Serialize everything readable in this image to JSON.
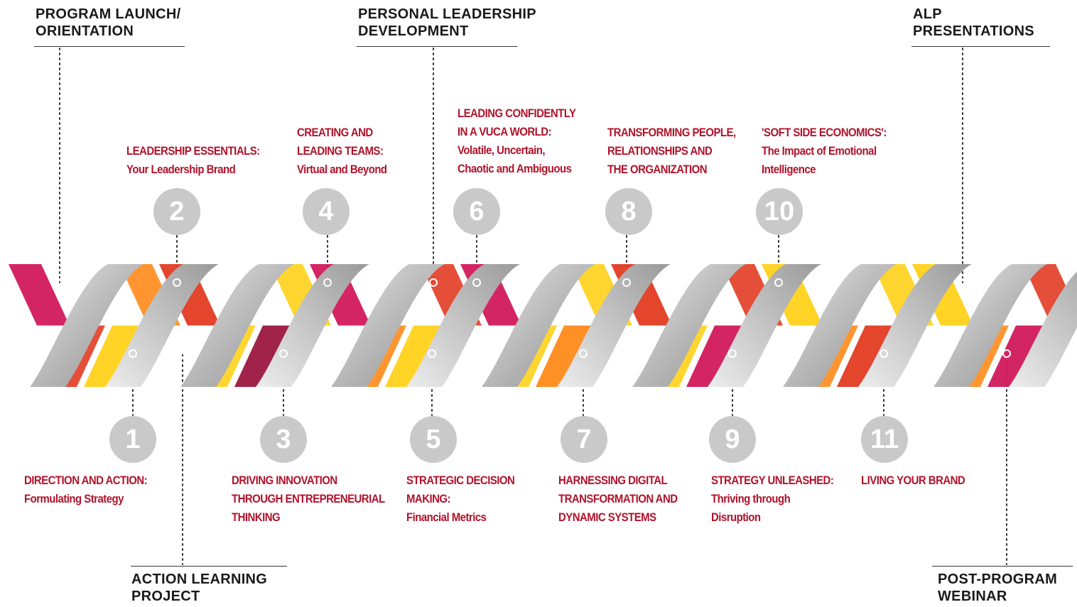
{
  "milestones": {
    "program_launch": {
      "line1": "PROGRAM LAUNCH/",
      "line2": "ORIENTATION"
    },
    "personal_leadership": {
      "line1": "PERSONAL LEADERSHIP",
      "line2": "DEVELOPMENT"
    },
    "alp_presentations": {
      "line1": "ALP",
      "line2": "PRESENTATIONS"
    },
    "action_learning": {
      "line1": "ACTION LEARNING",
      "line2": "PROJECT"
    },
    "post_program": {
      "line1": "POST-PROGRAM",
      "line2": "WEBINAR"
    }
  },
  "modules": [
    {
      "number": "1",
      "line1": "DIRECTION AND ACTION:",
      "line2": "Formulating Strategy",
      "line3": ""
    },
    {
      "number": "2",
      "line1": "LEADERSHIP ESSENTIALS:",
      "line2": "Your Leadership Brand",
      "line3": ""
    },
    {
      "number": "3",
      "line1": "DRIVING INNOVATION",
      "line2": "THROUGH ENTREPRENEURIAL",
      "line3": "THINKING"
    },
    {
      "number": "4",
      "line1": "CREATING AND",
      "line2": "LEADING TEAMS:",
      "line3": "Virtual and Beyond"
    },
    {
      "number": "5",
      "line1": "STRATEGIC DECISION",
      "line2": "MAKING:",
      "line3": "Financial Metrics"
    },
    {
      "number": "6",
      "line1": "LEADING CONFIDENTLY",
      "line2": "IN A VUCA WORLD:",
      "line3": "Volatile, Uncertain,",
      "line4": "Chaotic and Ambiguous"
    },
    {
      "number": "7",
      "line1": "HARNESSING DIGITAL",
      "line2": "TRANSFORMATION AND",
      "line3": "DYNAMIC SYSTEMS"
    },
    {
      "number": "8",
      "line1": "TRANSFORMING PEOPLE,",
      "line2": "RELATIONSHIPS AND",
      "line3": "THE ORGANIZATION"
    },
    {
      "number": "9",
      "line1": "STRATEGY UNLEASHED:",
      "line2": "Thriving through",
      "line3": "Disruption"
    },
    {
      "number": "10",
      "line1": "'SOFT SIDE ECONOMICS':",
      "line2": "The Impact of Emotional",
      "line3": "Intelligence"
    },
    {
      "number": "11",
      "line1": "LIVING YOUR BRAND",
      "line2": "",
      "line3": ""
    }
  ],
  "colors": {
    "module_text": "#b0132b",
    "milestone_text": "#1a1a1a",
    "number_circle": "#c9c9c9",
    "helix_gray": "#b5b5b5",
    "ribbon_palette": [
      "#d1195c",
      "#ff8a1a",
      "#ffd21a",
      "#e23b22",
      "#9c1740"
    ]
  }
}
